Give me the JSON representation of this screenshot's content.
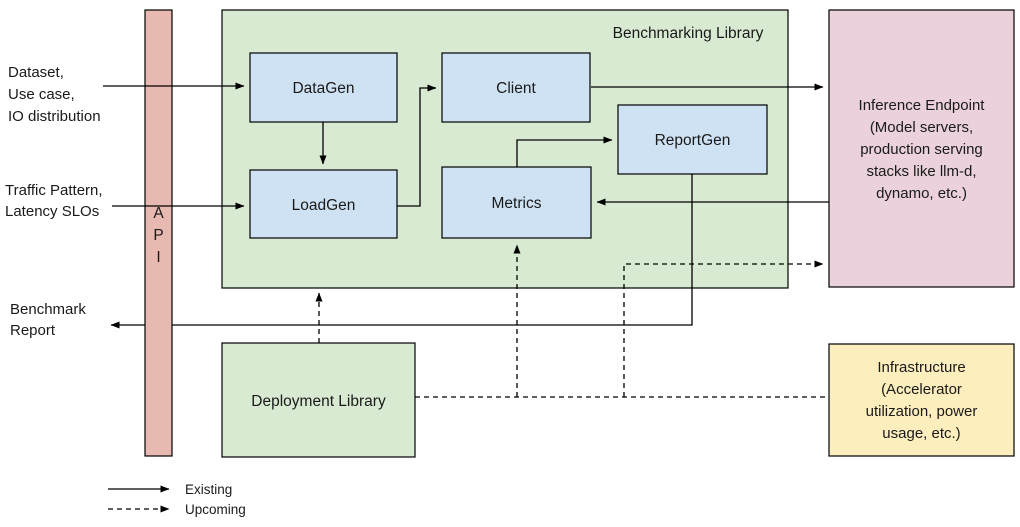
{
  "colors": {
    "container_green": "#d9ead3",
    "module_blue": "#cfe2f3",
    "endpoint_pink": "#ead1dc",
    "infra_yellow": "#fceebd",
    "api_salmon": "#e8b9b0",
    "line_black": "#000000"
  },
  "title": "Benchmarking Library",
  "api": {
    "letters": [
      "A",
      "P",
      "I"
    ]
  },
  "modules": {
    "datagen": "DataGen",
    "client": "Client",
    "reportgen": "ReportGen",
    "loadgen": "LoadGen",
    "metrics": "Metrics"
  },
  "deployment_library": "Deployment Library",
  "inference_endpoint": {
    "lines": [
      "Inference Endpoint",
      "(Model servers,",
      "production serving",
      "stacks like llm-d,",
      "dynamo, etc.)"
    ]
  },
  "infrastructure": {
    "lines": [
      "Infrastructure",
      "(Accelerator",
      "utilization, power",
      "usage, etc.)"
    ]
  },
  "inputs": {
    "dataset": {
      "lines": [
        "Dataset,",
        "Use case,",
        "IO distribution"
      ]
    },
    "traffic": {
      "lines": [
        "Traffic Pattern,",
        "Latency SLOs"
      ]
    },
    "benchmark_report": {
      "lines": [
        "Benchmark",
        "Report"
      ]
    }
  },
  "legend": {
    "existing": "Existing",
    "upcoming": "Upcoming"
  }
}
